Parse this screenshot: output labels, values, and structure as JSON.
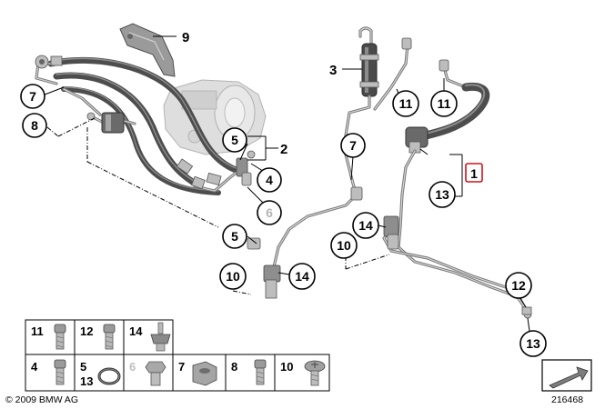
{
  "callouts": [
    {
      "label": "9"
    },
    {
      "label": "7"
    },
    {
      "label": "8"
    },
    {
      "label": "5"
    },
    {
      "label": "2"
    },
    {
      "label": "4"
    },
    {
      "label": "6"
    },
    {
      "label": "5"
    },
    {
      "label": "10"
    },
    {
      "label": "14"
    },
    {
      "label": "3"
    },
    {
      "label": "11"
    },
    {
      "label": "11"
    },
    {
      "label": "7"
    },
    {
      "label": "1"
    },
    {
      "label": "13"
    },
    {
      "label": "14"
    },
    {
      "label": "10"
    },
    {
      "label": "12"
    },
    {
      "label": "13"
    }
  ],
  "legend": {
    "row1": [
      "11",
      "12",
      "14"
    ],
    "row2": [
      "4",
      "5",
      "13",
      "6",
      "7",
      "8",
      "10"
    ]
  },
  "copyright": "© 2009 BMW AG",
  "image_number": "216468",
  "colors": {
    "highlight": "#d0101a",
    "muted_label": "#b5b5b5"
  }
}
